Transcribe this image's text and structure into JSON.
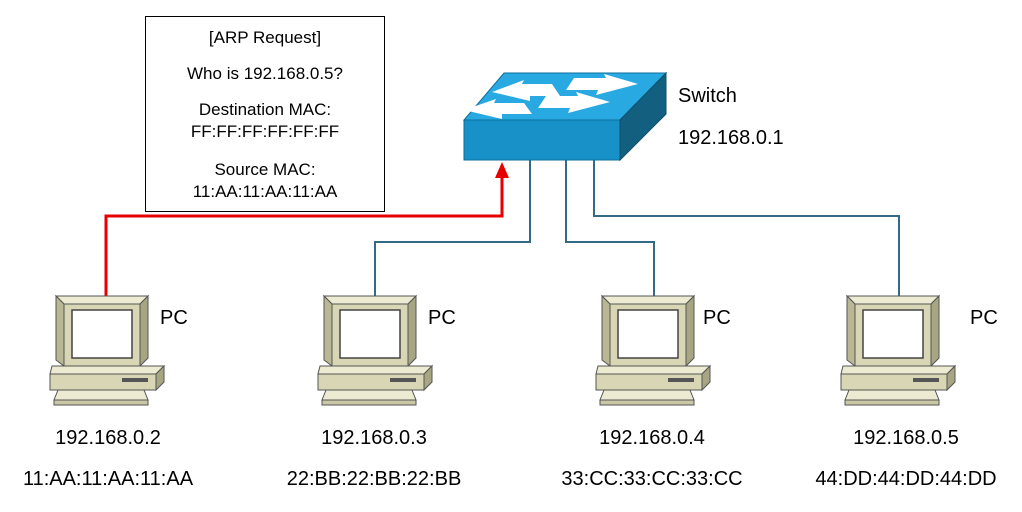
{
  "arp_request": {
    "title": "[ARP Request]",
    "question": "Who is 192.168.0.5?",
    "dest_label": "Destination MAC:",
    "dest_mac": "FF:FF:FF:FF:FF:FF",
    "src_label": "Source MAC:",
    "src_mac": "11:AA:11:AA:11:AA"
  },
  "switch": {
    "label": "Switch",
    "ip": "192.168.0.1",
    "icon": "network-switch-icon"
  },
  "pcs": [
    {
      "label": "PC",
      "ip": "192.168.0.2",
      "mac": "11:AA:11:AA:11:AA",
      "icon": "desktop-computer-icon"
    },
    {
      "label": "PC",
      "ip": "192.168.0.3",
      "mac": "22:BB:22:BB:22:BB",
      "icon": "desktop-computer-icon"
    },
    {
      "label": "PC",
      "ip": "192.168.0.4",
      "mac": "33:CC:33:CC:33:CC",
      "icon": "desktop-computer-icon"
    },
    {
      "label": "PC",
      "ip": "192.168.0.5",
      "mac": "44:DD:44:DD:44:DD",
      "icon": "desktop-computer-icon"
    }
  ],
  "colors": {
    "link": "#336b87",
    "active_link": "#e60000",
    "switch_top": "#1ea1d9",
    "switch_front": "#1791c8",
    "switch_side": "#135f7f",
    "pc_body": "#d8d6b5",
    "pc_screen": "#ffffff"
  }
}
